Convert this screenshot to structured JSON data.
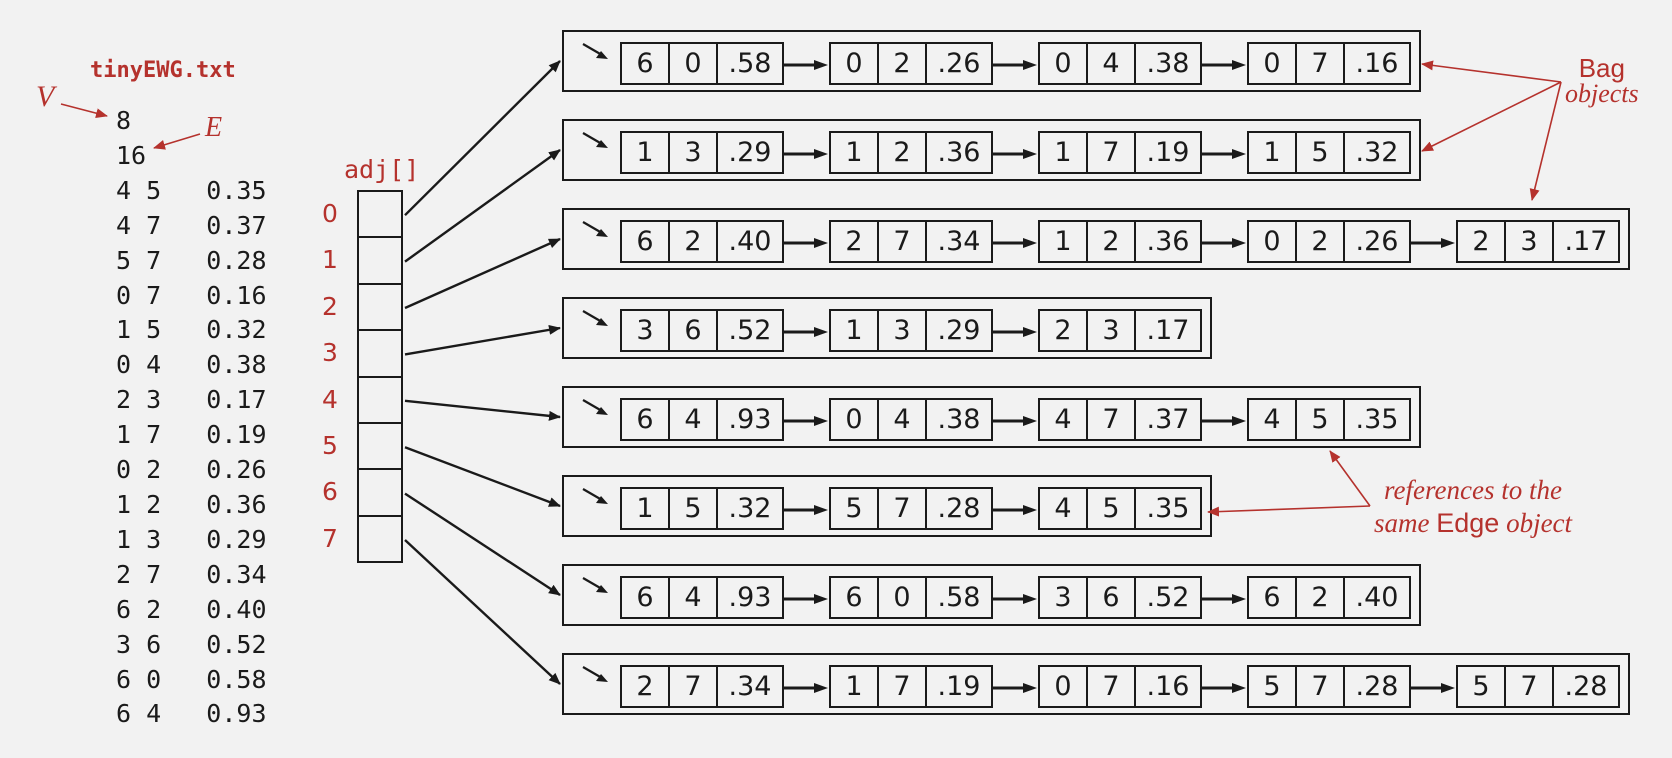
{
  "file": {
    "name": "tinyEWG.txt",
    "v_label": "V",
    "e_label": "E",
    "lines": [
      "8",
      "16",
      "4 5   0.35",
      "4 7   0.37",
      "5 7   0.28",
      "0 7   0.16",
      "1 5   0.32",
      "0 4   0.38",
      "2 3   0.17",
      "1 7   0.19",
      "0 2   0.26",
      "1 2   0.36",
      "1 3   0.29",
      "2 7   0.34",
      "6 2   0.40",
      "3 6   0.52",
      "6 0   0.58",
      "6 4   0.93"
    ]
  },
  "adj": {
    "label": "adj[]",
    "indices": [
      "0",
      "1",
      "2",
      "3",
      "4",
      "5",
      "6",
      "7"
    ]
  },
  "bags": [
    [
      [
        "6",
        "0",
        ".58"
      ],
      [
        "0",
        "2",
        ".26"
      ],
      [
        "0",
        "4",
        ".38"
      ],
      [
        "0",
        "7",
        ".16"
      ]
    ],
    [
      [
        "1",
        "3",
        ".29"
      ],
      [
        "1",
        "2",
        ".36"
      ],
      [
        "1",
        "7",
        ".19"
      ],
      [
        "1",
        "5",
        ".32"
      ]
    ],
    [
      [
        "6",
        "2",
        ".40"
      ],
      [
        "2",
        "7",
        ".34"
      ],
      [
        "1",
        "2",
        ".36"
      ],
      [
        "0",
        "2",
        ".26"
      ],
      [
        "2",
        "3",
        ".17"
      ]
    ],
    [
      [
        "3",
        "6",
        ".52"
      ],
      [
        "1",
        "3",
        ".29"
      ],
      [
        "2",
        "3",
        ".17"
      ]
    ],
    [
      [
        "6",
        "4",
        ".93"
      ],
      [
        "0",
        "4",
        ".38"
      ],
      [
        "4",
        "7",
        ".37"
      ],
      [
        "4",
        "5",
        ".35"
      ]
    ],
    [
      [
        "1",
        "5",
        ".32"
      ],
      [
        "5",
        "7",
        ".28"
      ],
      [
        "4",
        "5",
        ".35"
      ]
    ],
    [
      [
        "6",
        "4",
        ".93"
      ],
      [
        "6",
        "0",
        ".58"
      ],
      [
        "3",
        "6",
        ".52"
      ],
      [
        "6",
        "2",
        ".40"
      ]
    ],
    [
      [
        "2",
        "7",
        ".34"
      ],
      [
        "1",
        "7",
        ".19"
      ],
      [
        "0",
        "7",
        ".16"
      ],
      [
        "5",
        "7",
        ".28"
      ],
      [
        "5",
        "7",
        ".28"
      ]
    ]
  ],
  "annotations": {
    "bag_word": "Bag",
    "bag_rest": "objects",
    "ref_line1": "references to the",
    "ref_pre": "same ",
    "ref_edge": "Edge",
    "ref_post": " object"
  },
  "colors": {
    "accent": "#b5322d",
    "ink": "#1a1a1a",
    "background": "#f2f2f2"
  }
}
